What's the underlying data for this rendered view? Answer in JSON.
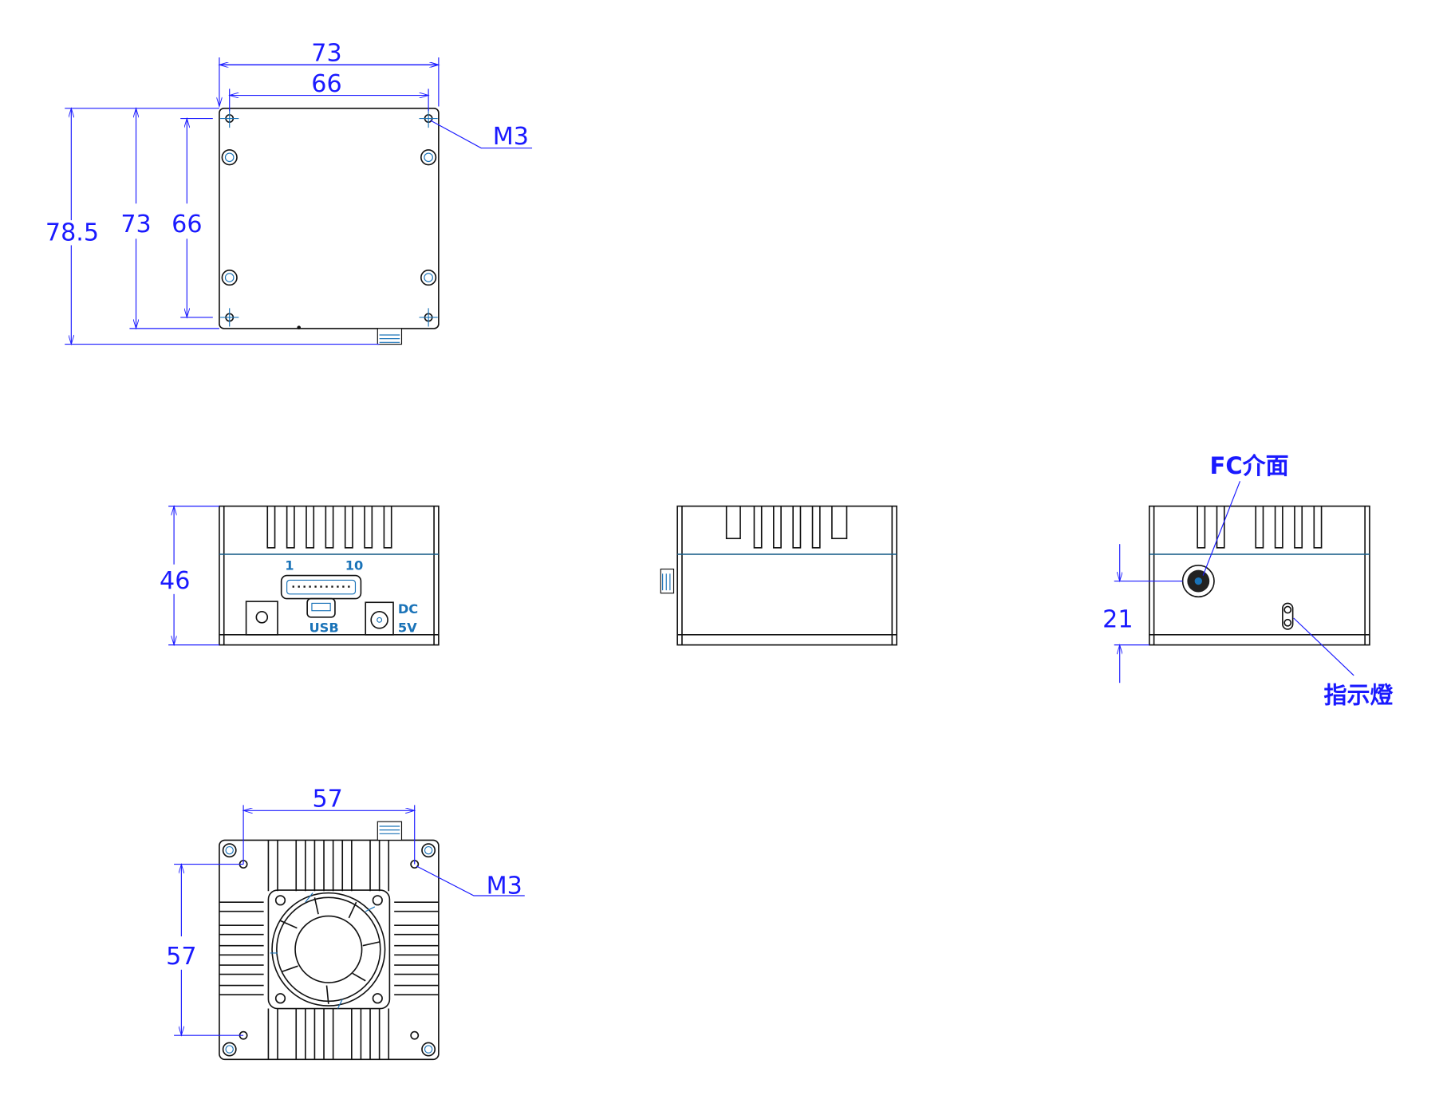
{
  "drawing": {
    "top_view": {
      "width_outer": "73",
      "width_holes": "66",
      "height_total": "78.5",
      "height_outer": "73",
      "height_holes": "66",
      "hole_label": "M3"
    },
    "front_view": {
      "height": "46",
      "pin_first": "1",
      "pin_last": "10",
      "usb_label": "USB",
      "dc_label": "DC",
      "voltage_label": "5V"
    },
    "right_view": {
      "fc_height": "21",
      "fc_label": "FC介面",
      "led_label": "指示燈"
    },
    "bottom_view": {
      "width_holes": "57",
      "height_holes": "57",
      "hole_label": "M3"
    },
    "colors": {
      "outline": "#111111",
      "dimension": "#1a1aff",
      "detail": "#1a73b8"
    }
  }
}
